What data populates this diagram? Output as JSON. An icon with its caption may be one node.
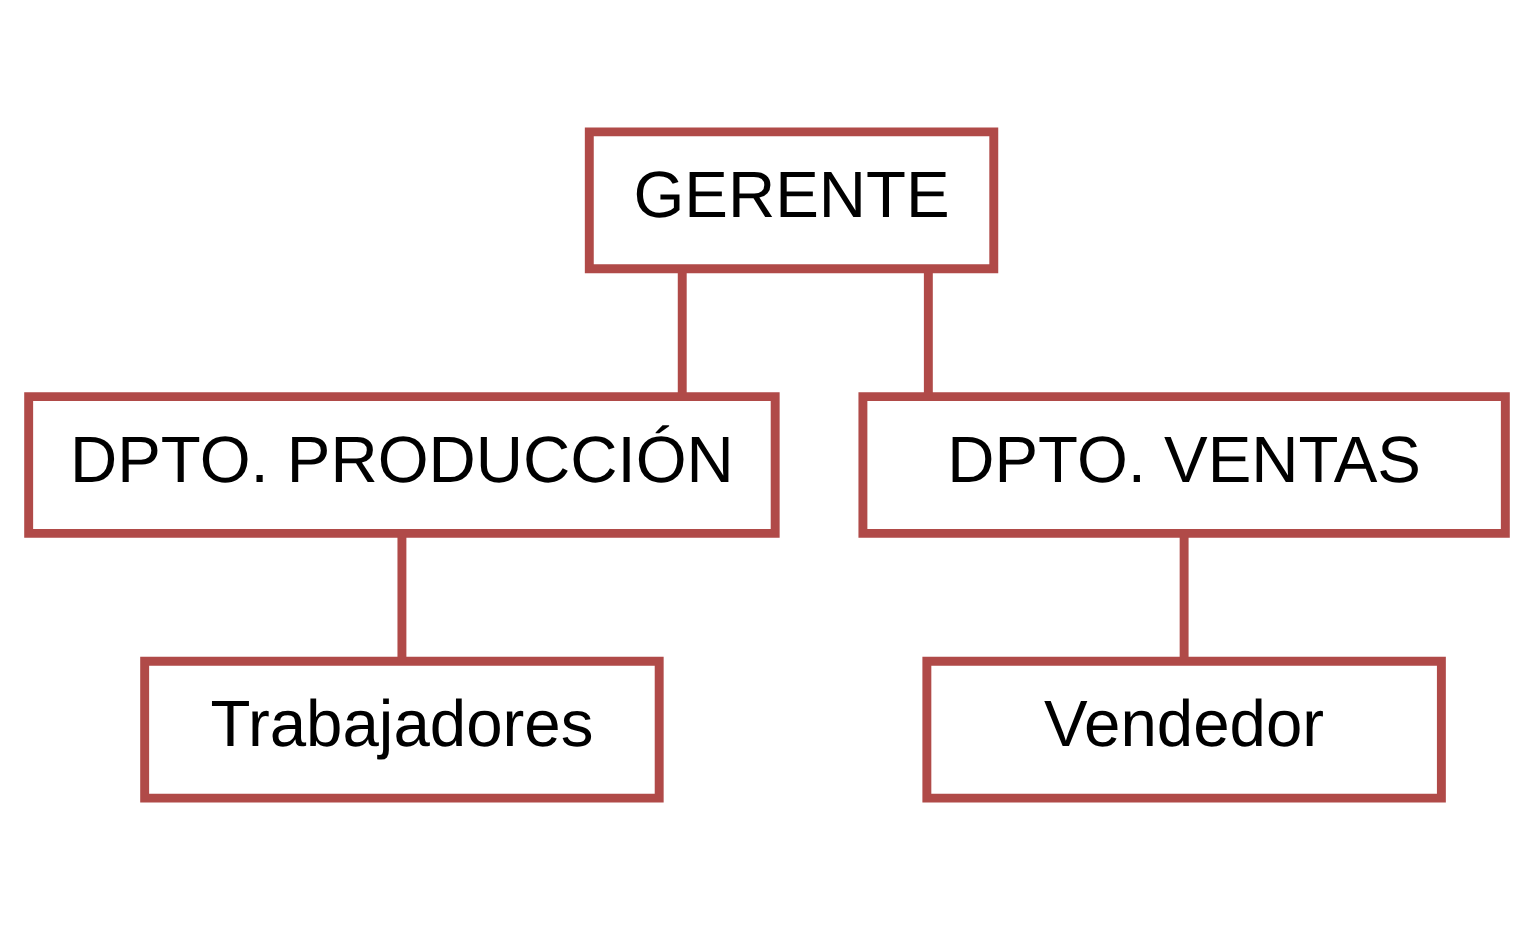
{
  "diagram": {
    "nodes": [
      {
        "text": [
          "GERENTE"
        ]
      },
      {
        "text": [
          "DPTO. PRODUCCIÓN"
        ]
      },
      {
        "text": [
          "DPTO. VENTAS"
        ]
      },
      {
        "text": [
          "Trabajadores"
        ]
      },
      {
        "text": [
          "Vendedor"
        ]
      }
    ],
    "edges": [
      {
        "from": 0,
        "to": 1,
        "arrow": "none"
      },
      {
        "from": 0,
        "to": 2,
        "arrow": "none"
      },
      {
        "from": 1,
        "to": 3,
        "arrow": "none"
      },
      {
        "from": 2,
        "to": 4,
        "arrow": "none"
      }
    ]
  }
}
